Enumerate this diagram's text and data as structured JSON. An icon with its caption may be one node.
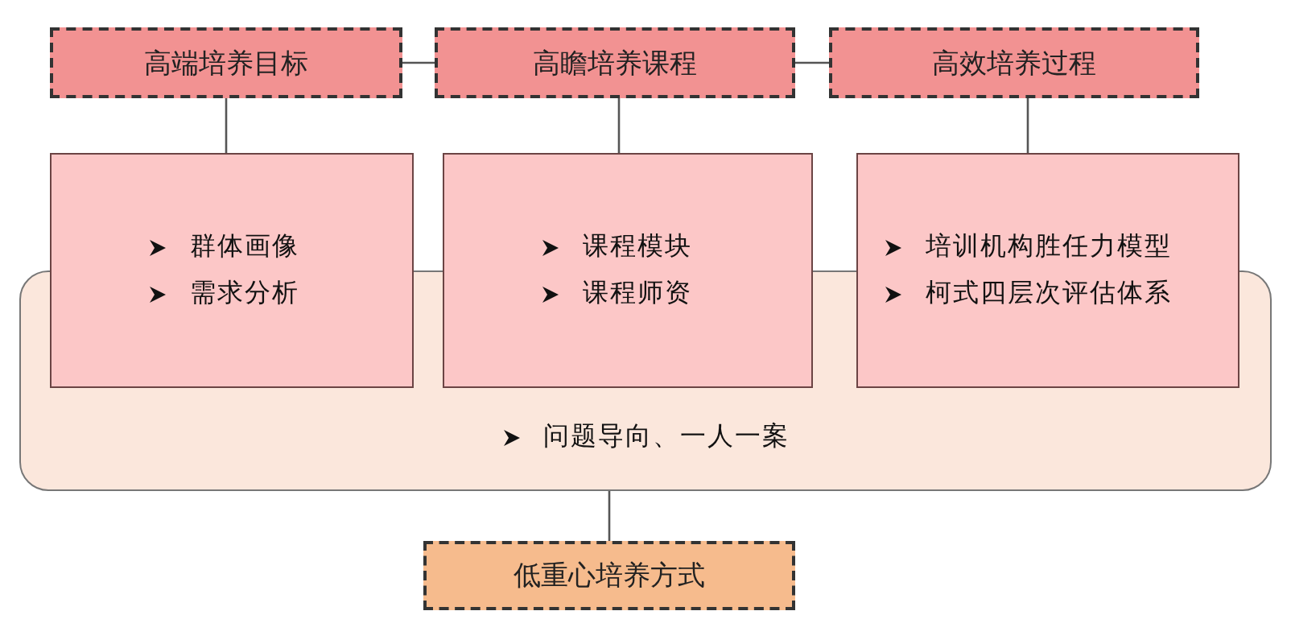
{
  "diagram": {
    "nodes": [
      {
        "text": [
          "高端培养目标"
        ]
      },
      {
        "text": [
          "高瞻培养课程"
        ]
      },
      {
        "text": [
          "高效培养过程"
        ]
      },
      {
        "text": [
          "问题导向、一人一案"
        ]
      },
      {
        "text": [
          "群体画像",
          "需求分析"
        ]
      },
      {
        "text": [
          "课程模块",
          "课程师资"
        ]
      },
      {
        "text": [
          "培训机构胜任力模型",
          "柯式四层次评估体系"
        ]
      },
      {
        "text": [
          "低重心培养方式"
        ]
      }
    ],
    "edges": [
      {
        "from": 0,
        "to": 1,
        "arrow": "none"
      },
      {
        "from": 1,
        "to": 2,
        "arrow": "none"
      },
      {
        "from": 0,
        "to": 4,
        "arrow": "none"
      },
      {
        "from": 1,
        "to": 5,
        "arrow": "none"
      },
      {
        "from": 2,
        "to": 6,
        "arrow": "none"
      },
      {
        "from": 3,
        "to": 7,
        "arrow": "none"
      }
    ]
  }
}
